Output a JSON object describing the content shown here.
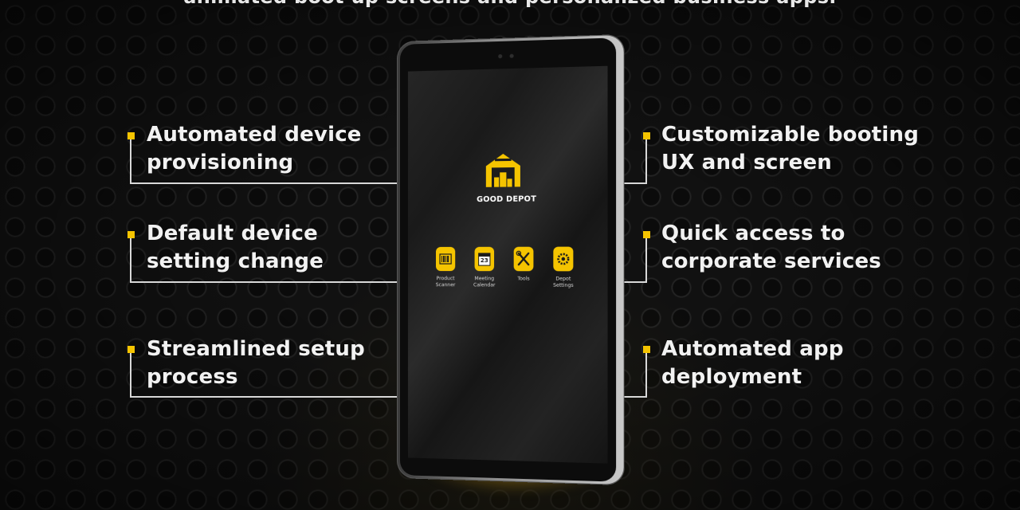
{
  "header": {
    "caption": "animated boot up screens and personalized business apps."
  },
  "features": {
    "left": [
      {
        "line1": "Automated device",
        "line2": "provisioning"
      },
      {
        "line1": "Default device",
        "line2": "setting change"
      },
      {
        "line1": "Streamlined setup",
        "line2": "process"
      }
    ],
    "right": [
      {
        "line1": "Customizable booting",
        "line2": "UX and screen"
      },
      {
        "line1": "Quick access to",
        "line2": "corporate services"
      },
      {
        "line1": "Automated app",
        "line2": "deployment"
      }
    ]
  },
  "tablet": {
    "brand": "GOOD DEPOT",
    "logo_icon": "warehouse-icon",
    "calendar_day": "23",
    "apps": [
      {
        "label1": "Product",
        "label2": "Scanner",
        "icon": "barcode-icon"
      },
      {
        "label1": "Meeting",
        "label2": "Calendar",
        "icon": "calendar-icon"
      },
      {
        "label1": "Tools",
        "label2": "",
        "icon": "tools-icon"
      },
      {
        "label1": "Depot",
        "label2": "Settings",
        "icon": "gear-icon"
      }
    ]
  },
  "colors": {
    "accent": "#f5c400",
    "text": "#f2f2f2",
    "connector": "#d8d8d8",
    "background": "#111111"
  }
}
